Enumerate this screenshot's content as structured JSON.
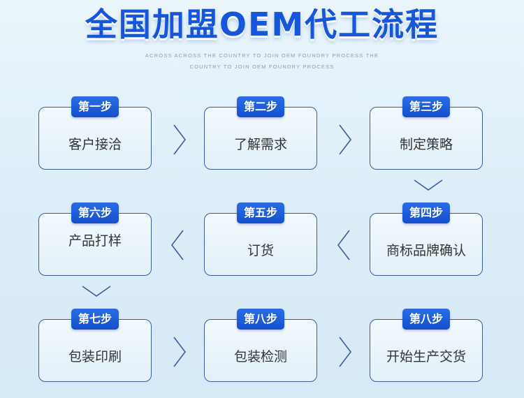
{
  "title": "全国加盟OEM代工流程",
  "subtitle": "ACROSS ACROSS THE COUNTRY TO JOIN OEM FOUNDRY PROCESS THE COUNTRY TO JOIN OEM FOUNDRY PROCESS",
  "steps": [
    {
      "badge": "第一步",
      "label": "客户接洽"
    },
    {
      "badge": "第二步",
      "label": "了解需求"
    },
    {
      "badge": "第三步",
      "label": "制定策略"
    },
    {
      "badge": "第四步",
      "label": "商标品牌确认"
    },
    {
      "badge": "第五步",
      "label": "订货"
    },
    {
      "badge": "第六步",
      "label": "产品打样"
    },
    {
      "badge": "第七步",
      "label": "包装印刷"
    },
    {
      "badge": "第八步",
      "label": "包装检测"
    },
    {
      "badge": "第八步",
      "label": "开始生产交货"
    }
  ],
  "colors": {
    "accent": "#1656d8",
    "border": "#3b5b9c",
    "arrow": "#3b5b9c"
  }
}
